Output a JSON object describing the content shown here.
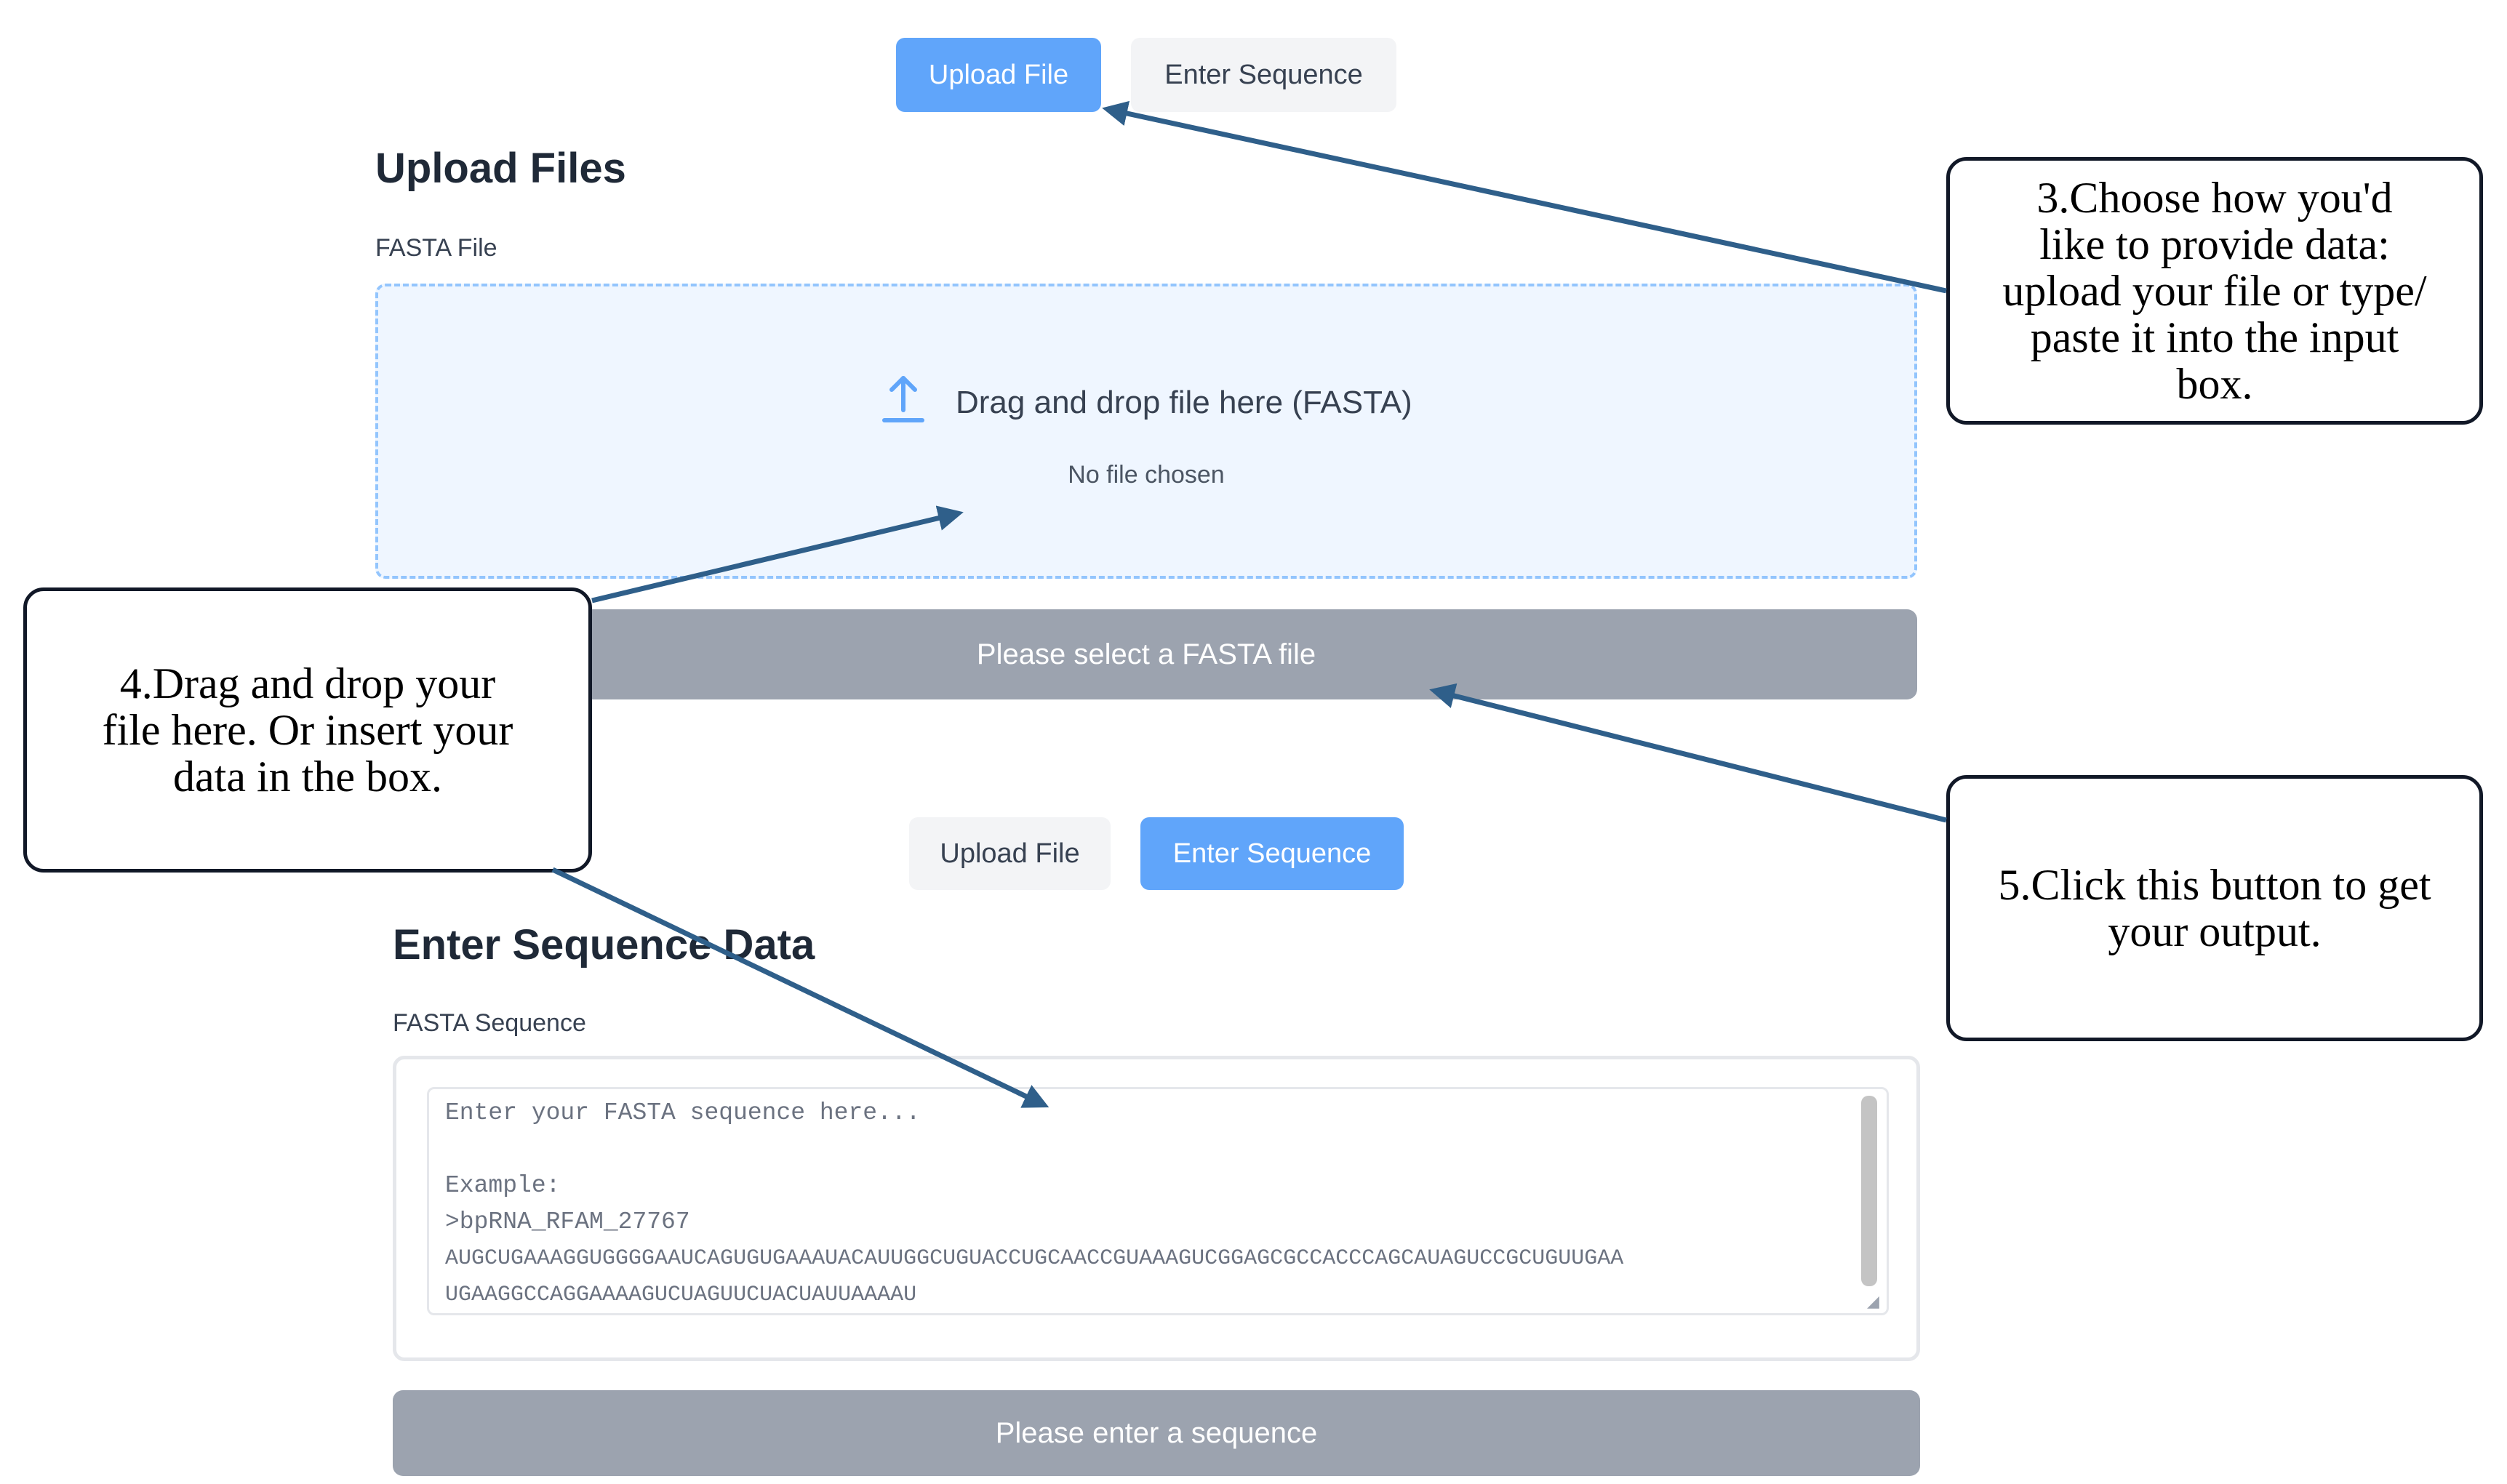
{
  "upload_panel": {
    "tabs": [
      {
        "label": "Upload File",
        "active": true
      },
      {
        "label": "Enter Sequence",
        "active": false
      }
    ],
    "title": "Upload Files",
    "field_label": "FASTA File",
    "dropzone": {
      "icon": "upload-arrow-icon",
      "text": "Drag and drop file here (FASTA)",
      "status": "No file chosen"
    },
    "submit_label": "Please select a FASTA file"
  },
  "sequence_panel": {
    "tabs": [
      {
        "label": "Upload File",
        "active": false
      },
      {
        "label": "Enter Sequence",
        "active": true
      }
    ],
    "title": "Enter Sequence Data",
    "field_label": "FASTA Sequence",
    "textarea_lines": [
      "Enter your FASTA sequence here...",
      "",
      "Example:",
      ">bpRNA_RFAM_27767",
      "AUGCUGAAAGGUGGGGAAUCAGUGUGAAAUACAUUGGCUGUACCUGCAACCGUAAAGUCGGAGCGCCACCCAGCAUAGUCCGCUGUUGAA",
      "UGAAGGCCAGGAAAAGUCUAGUUCUACUAUUAAAAU"
    ],
    "submit_label": "Please enter a sequence"
  },
  "callouts": {
    "step3": [
      "3.Choose how you'd",
      "like to provide data:",
      "upload your file or type/",
      "paste it into the input",
      "box."
    ],
    "step4": [
      "4.Drag and drop your",
      "file here. Or insert your",
      "data in the box."
    ],
    "step5": [
      "5.Click this button to get",
      "your output."
    ]
  },
  "colors": {
    "accent": "#60a5fa",
    "button_disabled": "#9ca3af",
    "arrow": "#2f5f8a",
    "dropzone_border": "#93c5fd"
  }
}
